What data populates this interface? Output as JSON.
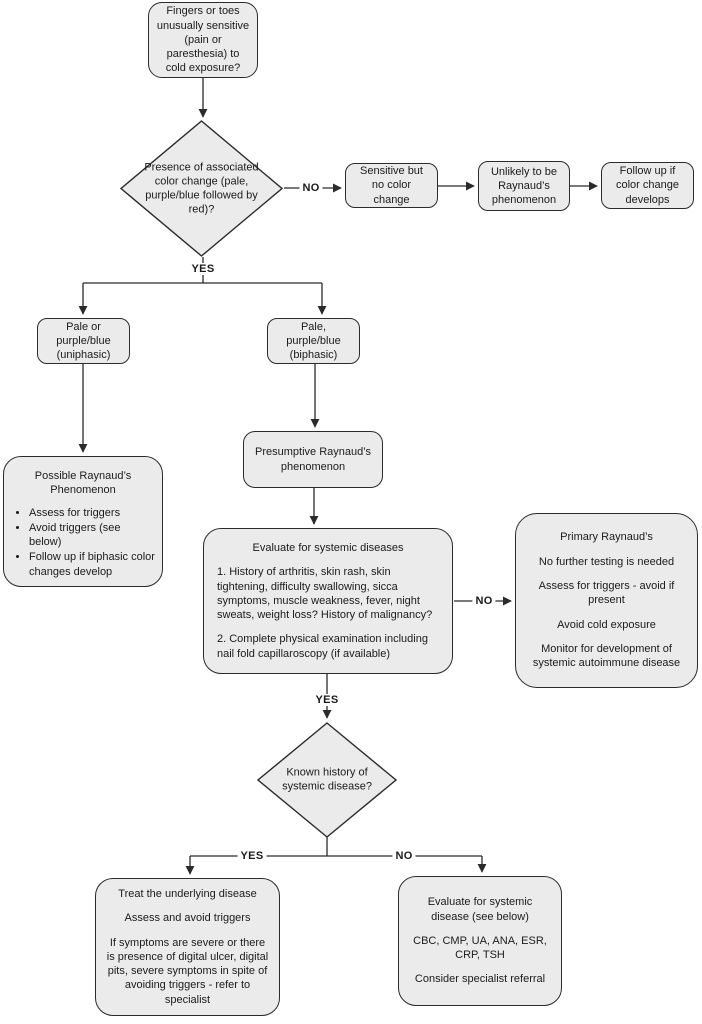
{
  "flowchart": {
    "nodes": {
      "start": {
        "text": "Fingers or toes unusually sensitive (pain or paresthesia) to cold exposure?"
      },
      "decision_color": {
        "text": "Presence of associated color change (pale, purple/blue followed by red)?"
      },
      "sensitive": {
        "text": "Sensitive but no color change"
      },
      "unlikely": {
        "text": "Unlikely to be Raynaud’s phenomenon"
      },
      "followup": {
        "text": "Follow up if color change develops"
      },
      "uniphasic": {
        "text": "Pale or purple/blue (uniphasic)"
      },
      "biphasic": {
        "text": "Pale, purple/blue (biphasic)"
      },
      "possible": {
        "title": "Possible Raynaud’s Phenomenon",
        "bullets": [
          "Assess for triggers",
          "Avoid triggers (see below)",
          "Follow up if biphasic color changes develop"
        ]
      },
      "presumptive": {
        "text": "Presumptive Raynaud’s phenomenon"
      },
      "evaluate": {
        "title": "Evaluate for systemic diseases",
        "items": [
          "1. History of arthritis, skin rash, skin tightening, difficulty swallowing, sicca symptoms, muscle weakness, fever, night sweats, weight loss? History of malignancy?",
          "2. Complete physical examination including nail fold capillaroscopy (if available)"
        ]
      },
      "primary": {
        "lines": [
          "Primary Raynaud’s",
          "No further testing is needed",
          "Assess for triggers - avoid if present",
          "Avoid cold exposure",
          "Monitor for development of systemic autoimmune disease"
        ]
      },
      "decision_history": {
        "text": "Known history of systemic disease?"
      },
      "treat": {
        "lines": [
          "Treat the underlying disease",
          "Assess and avoid triggers",
          "If symptoms are severe or there is presence of digital ulcer, digital pits, severe symptoms in spite of avoiding triggers - refer to specialist"
        ]
      },
      "workup": {
        "lines": [
          "Evaluate for systemic disease (see below)",
          "CBC, CMP, UA, ANA, ESR, CRP, TSH",
          "Consider specialist referral"
        ]
      }
    },
    "edge_labels": {
      "no1": "NO",
      "yes1": "YES",
      "no2": "NO",
      "yes2": "YES",
      "yes3": "YES",
      "no3": "NO"
    },
    "colors": {
      "node_fill": "#ebebeb",
      "node_border": "#2b2b2b",
      "connector": "#2b2b2b",
      "text": "#1b1b1b",
      "background": "#ffffff"
    }
  }
}
